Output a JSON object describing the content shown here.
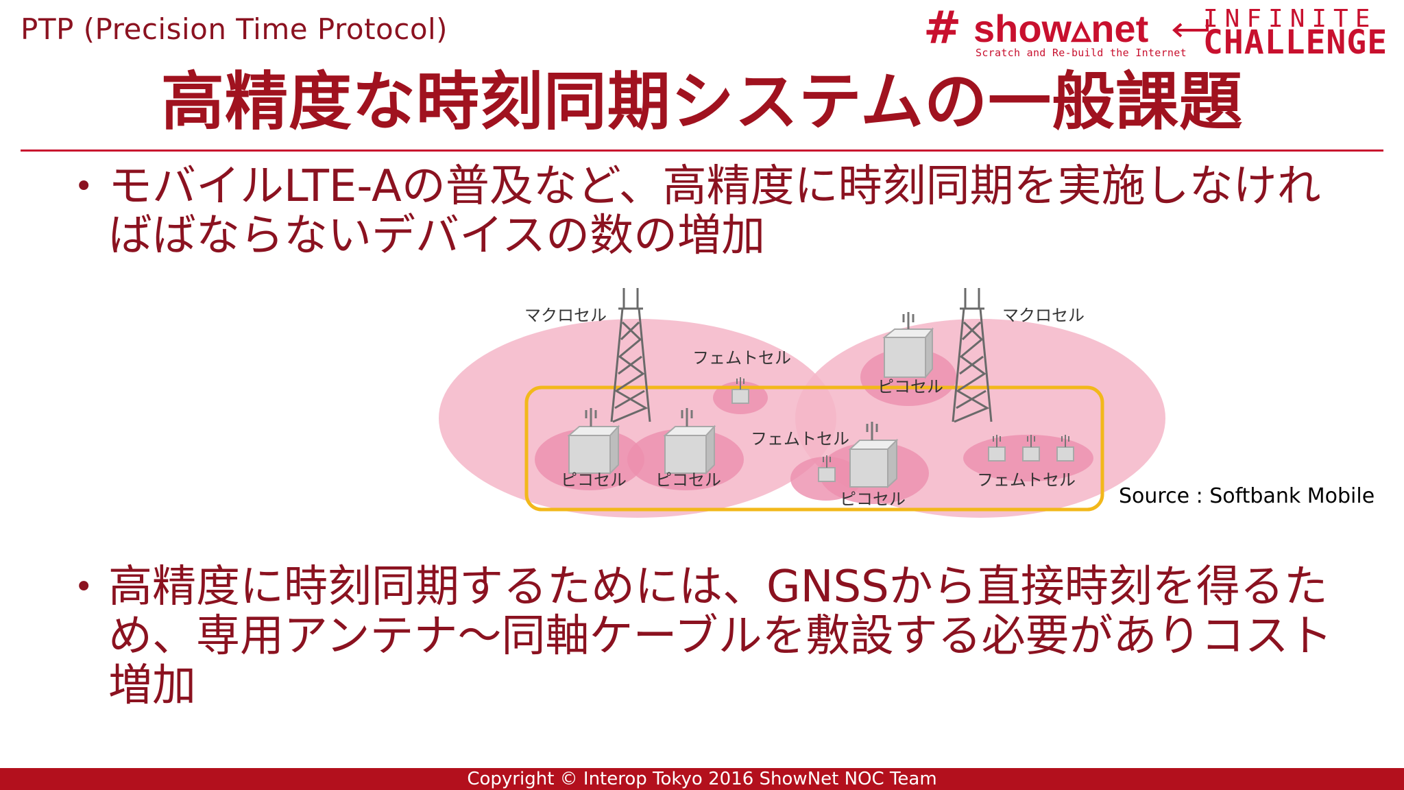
{
  "header": {
    "section_label": "PTP (Precision Time Protocol)",
    "logo": {
      "hash": "#",
      "wordmark": "show▵net",
      "tagline": "Scratch and Re-build the Internet",
      "infinite": "INFINITE",
      "challenge": "CHALLENGE",
      "color": "#c8102e"
    }
  },
  "title": "高精度な時刻同期システムの一般課題",
  "bullets": [
    {
      "marker": "•",
      "text": "モバイルLTE-Aの普及など、高精度に時刻同期を実施しなければばならないデバイスの数の増加"
    },
    {
      "marker": "•",
      "text": "高精度に時刻同期するためには、GNSSから直接時刻を得るため、専用アンテナ〜同軸ケーブルを敷設する必要がありコスト増加"
    }
  ],
  "diagram": {
    "labels": {
      "macro_left": "マクロセル",
      "macro_right": "マクロセル",
      "femto_top": "フェムトセル",
      "pico_top": "ピコセル",
      "femto_center": "フェムトセル",
      "pico_1": "ピコセル",
      "pico_2": "ピコセル",
      "pico_center": "ピコセル",
      "femto_right": "フェムトセル"
    },
    "source": "Source : Softbank Mobile",
    "colors": {
      "coverage": "#f4b6c8",
      "coverage_dark": "#ec8fae",
      "highlight_box": "#f2b81b",
      "building": "#d8d8d8"
    }
  },
  "footer": {
    "copyright": "Copyright © Interop Tokyo 2016 ShowNet NOC Team",
    "bar_color": "#b3101d"
  },
  "theme": {
    "primary_text": "#8b1220",
    "accent": "#c8102e"
  }
}
